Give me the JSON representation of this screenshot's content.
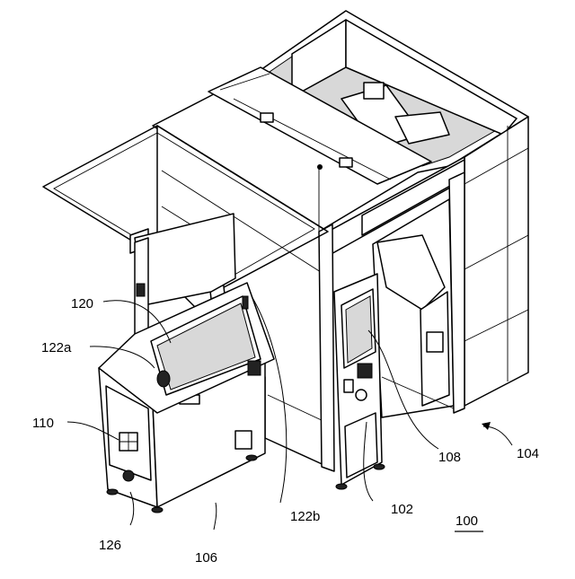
{
  "labels": {
    "l100": "100",
    "l102": "102",
    "l104": "104",
    "l106": "106",
    "l108": "108",
    "l110": "110",
    "l120": "120",
    "l122a": "122a",
    "l122b": "122b",
    "l126": "126"
  }
}
